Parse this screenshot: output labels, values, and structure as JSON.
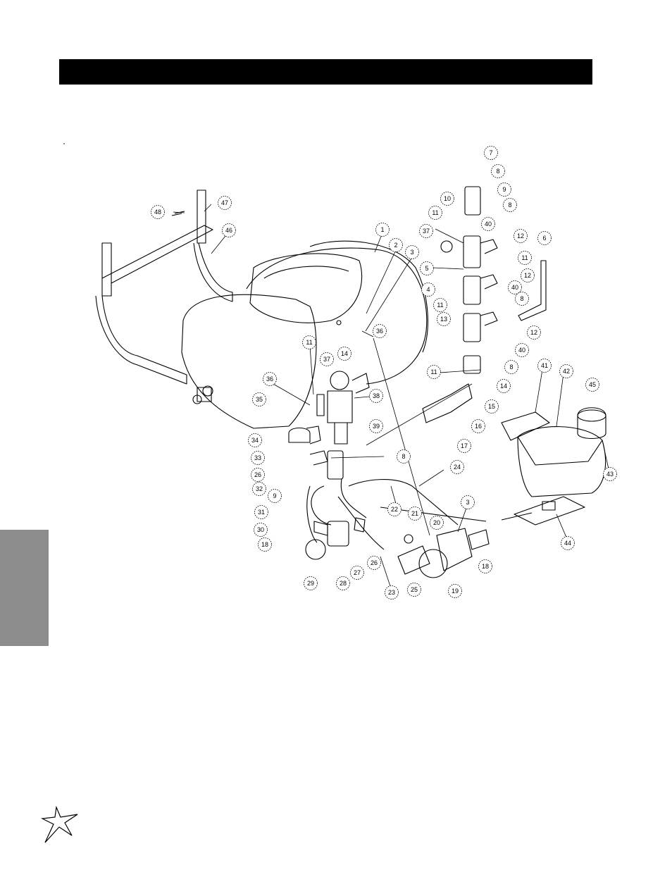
{
  "colors": {
    "header_bar": "#000000",
    "side_tab": "#8c8c8c"
  },
  "icons": {
    "logo": "star-logo-icon"
  },
  "callouts": [
    {
      "label": "7"
    },
    {
      "label": "8"
    },
    {
      "label": "9"
    },
    {
      "label": "8"
    },
    {
      "label": "10"
    },
    {
      "label": "11"
    },
    {
      "label": "40"
    },
    {
      "label": "37"
    },
    {
      "label": "12"
    },
    {
      "label": "6"
    },
    {
      "label": "1"
    },
    {
      "label": "2"
    },
    {
      "label": "3"
    },
    {
      "label": "5"
    },
    {
      "label": "11"
    },
    {
      "label": "12"
    },
    {
      "label": "4"
    },
    {
      "label": "40"
    },
    {
      "label": "8"
    },
    {
      "label": "11"
    },
    {
      "label": "12"
    },
    {
      "label": "13"
    },
    {
      "label": "40"
    },
    {
      "label": "48"
    },
    {
      "label": "47"
    },
    {
      "label": "46"
    },
    {
      "label": "36"
    },
    {
      "label": "11"
    },
    {
      "label": "14"
    },
    {
      "label": "37"
    },
    {
      "label": "36"
    },
    {
      "label": "8"
    },
    {
      "label": "11"
    },
    {
      "label": "14"
    },
    {
      "label": "15"
    },
    {
      "label": "38"
    },
    {
      "label": "35"
    },
    {
      "label": "39"
    },
    {
      "label": "16"
    },
    {
      "label": "17"
    },
    {
      "label": "34"
    },
    {
      "label": "8"
    },
    {
      "label": "33"
    },
    {
      "label": "26"
    },
    {
      "label": "24"
    },
    {
      "label": "32"
    },
    {
      "label": "9"
    },
    {
      "label": "31"
    },
    {
      "label": "22"
    },
    {
      "label": "3"
    },
    {
      "label": "30"
    },
    {
      "label": "21"
    },
    {
      "label": "20"
    },
    {
      "label": "18"
    },
    {
      "label": "26"
    },
    {
      "label": "18"
    },
    {
      "label": "29"
    },
    {
      "label": "28"
    },
    {
      "label": "27"
    },
    {
      "label": "23"
    },
    {
      "label": "25"
    },
    {
      "label": "19"
    },
    {
      "label": "41"
    },
    {
      "label": "42"
    },
    {
      "label": "45"
    },
    {
      "label": "43"
    },
    {
      "label": "44"
    }
  ]
}
